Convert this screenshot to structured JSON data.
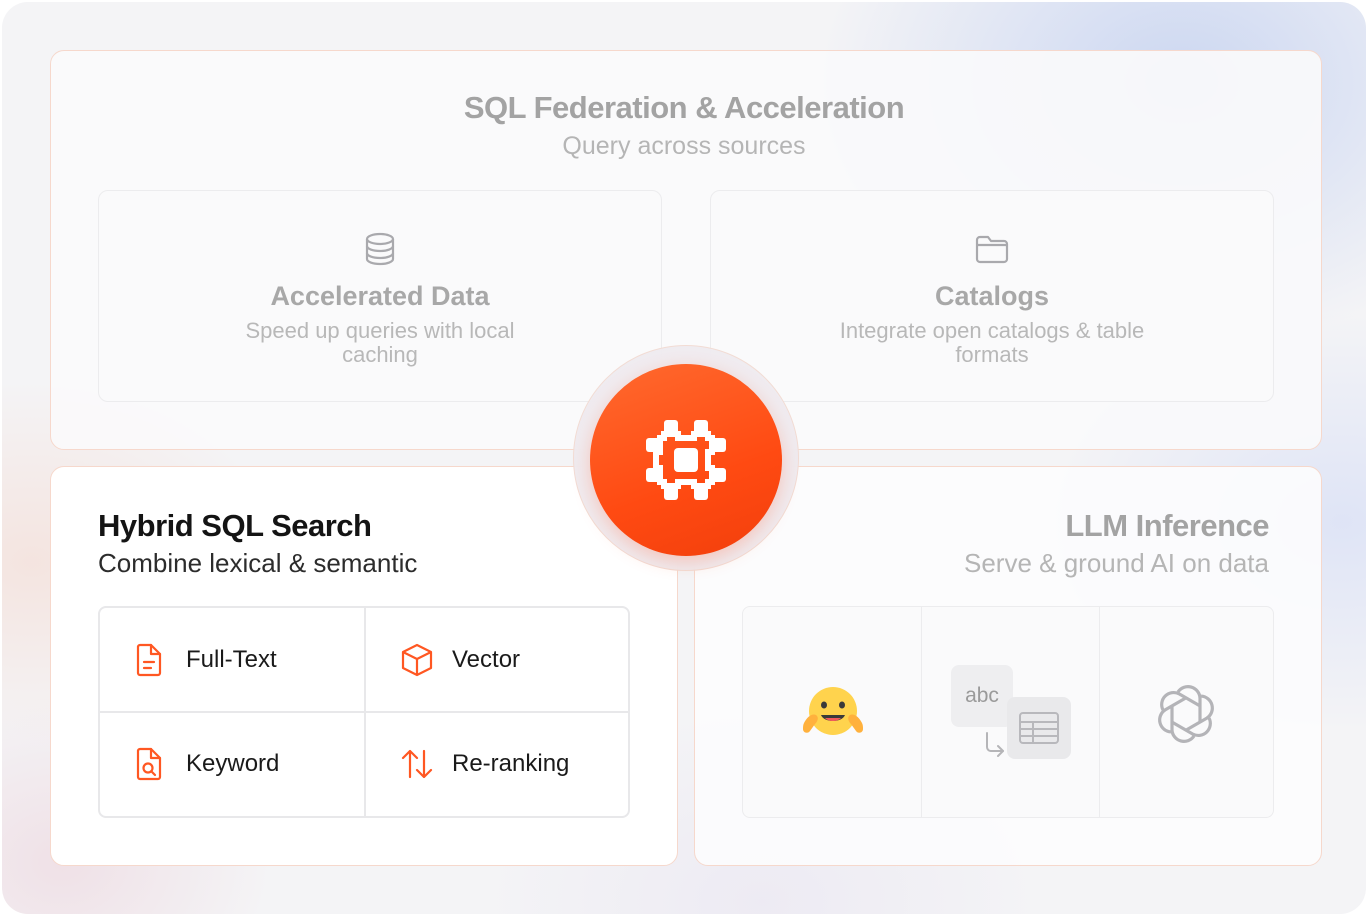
{
  "federation": {
    "title": "SQL Federation & Acceleration",
    "subtitle": "Query across sources",
    "cards": [
      {
        "title": "Accelerated Data",
        "description": "Speed up queries with local caching",
        "icon": "database-icon"
      },
      {
        "title": "Catalogs",
        "description": "Integrate open catalogs & table formats",
        "icon": "folder-icon"
      }
    ]
  },
  "search": {
    "title": "Hybrid SQL Search",
    "subtitle": "Combine lexical & semantic",
    "items": [
      {
        "label": "Full-Text",
        "icon": "document-icon"
      },
      {
        "label": "Vector",
        "icon": "cube-icon"
      },
      {
        "label": "Keyword",
        "icon": "document-search-icon"
      },
      {
        "label": "Re-ranking",
        "icon": "arrows-up-down-icon"
      }
    ]
  },
  "inference": {
    "title": "LLM Inference",
    "subtitle": "Serve & ground AI on data",
    "embedding_text": "abc",
    "providers": [
      "hugging-face-icon",
      "text-to-table-icon",
      "openai-icon"
    ]
  },
  "colors": {
    "accent": "#ff5722",
    "muted_text": "#a3a3a3",
    "border": "#f6d8cc"
  }
}
